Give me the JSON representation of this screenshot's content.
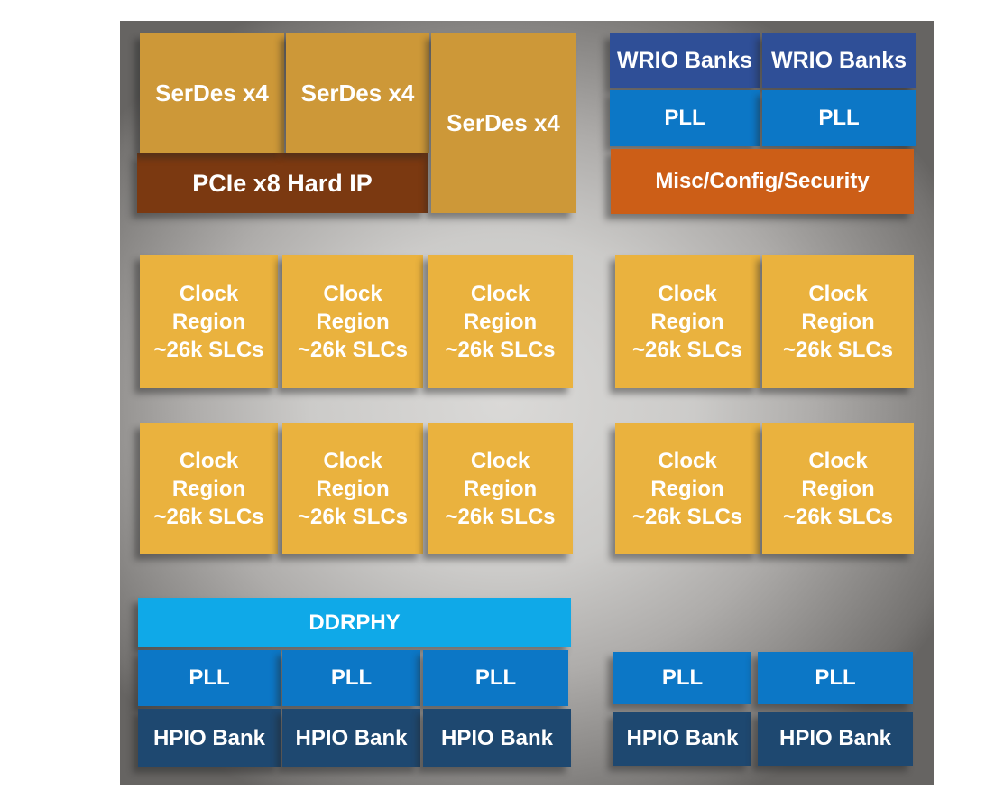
{
  "diagram": {
    "labels": {
      "serdes": "SerDes x4",
      "pcie": "PCIe x8 Hard IP",
      "wrio": "WRIO Banks",
      "pll": "PLL",
      "misc": "Misc/Config/Security",
      "clock_line1": "Clock",
      "clock_line2": "Region",
      "clock_line3": "~26k SLCs",
      "ddrphy": "DDRPHY",
      "hpio": "HPIO Bank"
    },
    "block_colors": {
      "serdes": "#cd9838",
      "pcie": "#7b3911",
      "wrio": "#2f4f97",
      "pll": "#0c77c6",
      "misc": "#cc5e17",
      "clock": "#eab23e",
      "ddrphy": "#0fa9e8",
      "hpio": "#1e4870"
    },
    "background_colors": {
      "page": "#ffffff",
      "chip_center": "#d8d7d5",
      "chip_edge": "#6a6866"
    },
    "text_color": "#ffffff"
  }
}
